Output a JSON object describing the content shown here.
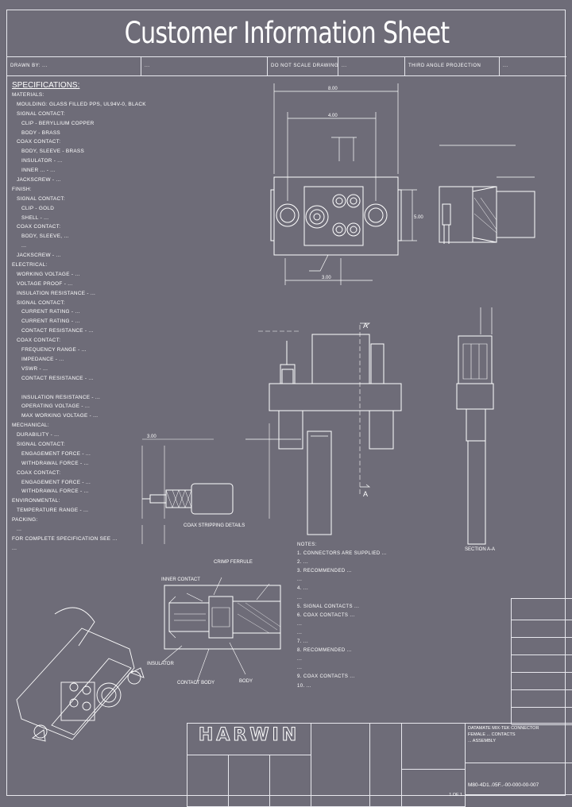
{
  "title": "Customer Information Sheet",
  "header": {
    "cells": [
      "DRAWN BY: ...",
      "...",
      "DO NOT SCALE DRAWING",
      "...",
      "THIRD ANGLE PROJECTION",
      "..."
    ]
  },
  "specifications": {
    "heading": "SPECIFICATIONS:",
    "lines": [
      {
        "indent": 0,
        "text": "MATERIALS:"
      },
      {
        "indent": 1,
        "text": "MOULDING: GLASS FILLED PPS, UL94V-0, BLACK"
      },
      {
        "indent": 1,
        "text": "SIGNAL CONTACT:"
      },
      {
        "indent": 2,
        "text": "CLIP - BERYLLIUM COPPER"
      },
      {
        "indent": 2,
        "text": "BODY - BRASS"
      },
      {
        "indent": 1,
        "text": "COAX CONTACT:"
      },
      {
        "indent": 2,
        "text": "BODY, SLEEVE - BRASS"
      },
      {
        "indent": 2,
        "text": "INSULATOR - ..."
      },
      {
        "indent": 2,
        "text": "INNER ... - ..."
      },
      {
        "indent": 1,
        "text": "JACKSCREW - ..."
      },
      {
        "indent": 0,
        "text": "FINISH:"
      },
      {
        "indent": 1,
        "text": "SIGNAL CONTACT:"
      },
      {
        "indent": 2,
        "text": "CLIP - GOLD"
      },
      {
        "indent": 2,
        "text": "SHELL - ..."
      },
      {
        "indent": 1,
        "text": "COAX CONTACT:"
      },
      {
        "indent": 2,
        "text": "BODY, SLEEVE, ..."
      },
      {
        "indent": 2,
        "text": "..."
      },
      {
        "indent": 1,
        "text": "JACKSCREW - ..."
      },
      {
        "indent": 0,
        "text": "ELECTRICAL:"
      },
      {
        "indent": 1,
        "text": "WORKING VOLTAGE - ..."
      },
      {
        "indent": 1,
        "text": "VOLTAGE PROOF - ..."
      },
      {
        "indent": 1,
        "text": "INSULATION RESISTANCE - ..."
      },
      {
        "indent": 1,
        "text": "SIGNAL CONTACT:"
      },
      {
        "indent": 2,
        "text": "CURRENT RATING - ..."
      },
      {
        "indent": 2,
        "text": "CURRENT RATING - ..."
      },
      {
        "indent": 2,
        "text": "CONTACT RESISTANCE - ..."
      },
      {
        "indent": 1,
        "text": "COAX CONTACT:"
      },
      {
        "indent": 2,
        "text": "FREQUENCY RANGE - ..."
      },
      {
        "indent": 2,
        "text": "IMPEDANCE - ..."
      },
      {
        "indent": 2,
        "text": "VSWR - ..."
      },
      {
        "indent": 2,
        "text": "CONTACT RESISTANCE - ..."
      },
      {
        "indent": 0,
        "text": ""
      },
      {
        "indent": 2,
        "text": "INSULATION RESISTANCE - ..."
      },
      {
        "indent": 2,
        "text": "OPERATING VOLTAGE - ..."
      },
      {
        "indent": 2,
        "text": "MAX WORKING VOLTAGE - ..."
      },
      {
        "indent": 0,
        "text": "MECHANICAL:"
      },
      {
        "indent": 1,
        "text": "DURABILITY - ..."
      },
      {
        "indent": 1,
        "text": "SIGNAL CONTACT:"
      },
      {
        "indent": 2,
        "text": "ENGAGEMENT FORCE - ..."
      },
      {
        "indent": 2,
        "text": "WITHDRAWAL FORCE - ..."
      },
      {
        "indent": 1,
        "text": "COAX CONTACT:"
      },
      {
        "indent": 2,
        "text": "ENGAGEMENT FORCE - ..."
      },
      {
        "indent": 2,
        "text": "WITHDRAWAL FORCE - ..."
      },
      {
        "indent": 0,
        "text": "ENVIRONMENTAL:"
      },
      {
        "indent": 1,
        "text": "TEMPERATURE RANGE - ..."
      },
      {
        "indent": 0,
        "text": "PACKING:"
      },
      {
        "indent": 1,
        "text": "..."
      },
      {
        "indent": 0,
        "text": "FOR COMPLETE SPECIFICATION SEE ..."
      },
      {
        "indent": 0,
        "text": "..."
      }
    ]
  },
  "drawing_labels": {
    "cable_strip": "COAX STRIPPING DETAILS",
    "crimp_ferrule": "CRIMP FERRULE",
    "inner_contact": "INNER CONTACT",
    "insulator": "INSULATOR",
    "contact_body": "CONTACT BODY",
    "section": "SECTION A-A",
    "body": "BODY"
  },
  "notes": {
    "heading": "NOTES:",
    "lines": [
      "1. CONNECTORS ARE SUPPLIED ...",
      "2. ...",
      "3. RECOMMENDED ...",
      "   ...",
      "4. ...",
      "   ...",
      "5. SIGNAL CONTACTS ...",
      "6. COAX CONTACTS ...",
      "   ...",
      "   ...",
      "7. ...",
      "8. RECOMMENDED ...",
      "   ...",
      "   ...",
      "9. COAX CONTACTS ...",
      "10. ..."
    ]
  },
  "title_block": {
    "logo": "HARWIN",
    "description": [
      "DATAMATE MIX-TEK CONNECTOR",
      "FEMALE ... CONTACTS",
      "... ASSEMBLY"
    ],
    "part_number": "M80-4D1..05F..-00-000-00-007",
    "sheet": "1 OF 1"
  }
}
